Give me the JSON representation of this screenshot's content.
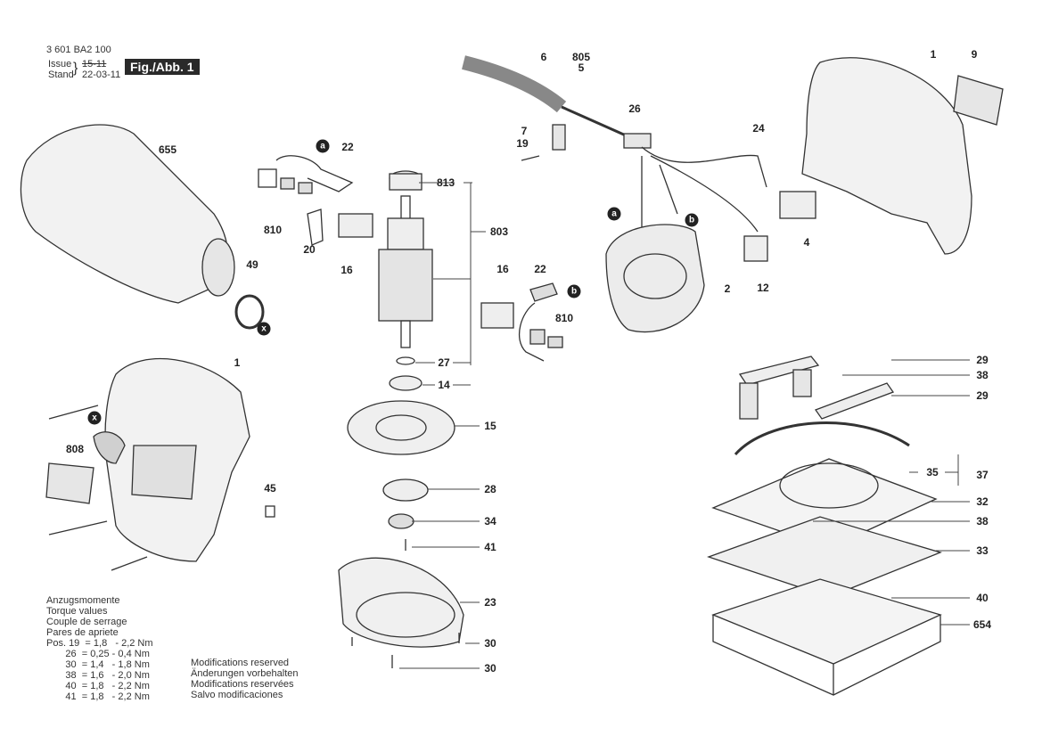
{
  "header": {
    "part_number": "3 601 BA2 100",
    "issue_label": "Issue",
    "stand_label": "Stand",
    "issue_value": "15-11",
    "stand_value": "22-03-11",
    "figure": "Fig./Abb. 1"
  },
  "torque": {
    "lines": [
      "Anzugsmomente",
      "Torque values",
      "Couple de serrage",
      "Pares de apriete"
    ],
    "rows": [
      "Pos. 19  = 1,8   - 2,2 Nm",
      "       26  = 0,25 - 0,4 Nm",
      "       30  = 1,4   - 1,8 Nm",
      "       38  = 1,6   - 2,0 Nm",
      "       40  = 1,8   - 2,2 Nm",
      "       41  = 1,8   - 2,2 Nm"
    ]
  },
  "modifications": [
    "Modifications reserved",
    "Änderungen vorbehalten",
    "Modifications reservées",
    "Salvo modificaciones"
  ],
  "part_labels": [
    "655",
    "49",
    "1",
    "808",
    "45",
    "22",
    "810",
    "20",
    "16",
    "813",
    "803",
    "27",
    "14",
    "15",
    "28",
    "34",
    "41",
    "23",
    "30",
    "30",
    "6",
    "805",
    "5",
    "26",
    "7",
    "19",
    "24",
    "4",
    "12",
    "2",
    "16",
    "22",
    "810",
    "1",
    "9",
    "29",
    "38",
    "29",
    "35",
    "37",
    "32",
    "38",
    "33",
    "40",
    "654"
  ],
  "markers": [
    "a",
    "b",
    "x",
    "a",
    "b",
    "x"
  ]
}
